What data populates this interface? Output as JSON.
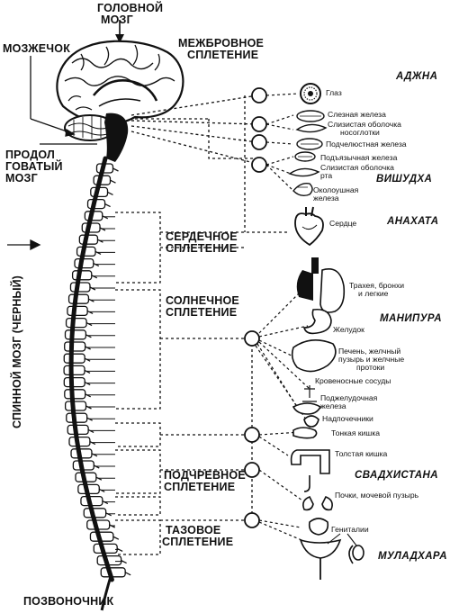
{
  "labels": {
    "brain": [
      "ГОЛОВНОЙ",
      "МОЗГ"
    ],
    "cerebellum": "МОЗЖЕЧОК",
    "medulla": [
      "ПРОДОЛ",
      "ГОВАТЫЙ",
      "МОЗГ"
    ],
    "spinal_cord": "СПИННОЙ МОЗГ (ЧЕРНЫЙ)",
    "spine": "ПОЗВОНОЧНИК"
  },
  "plexuses": {
    "interbrow": [
      "МЕЖБРОВНОЕ",
      "СПЛЕТЕНИЕ"
    ],
    "cardiac": [
      "СЕРДЕЧНОЕ",
      "СПЛЕТЕНИЕ"
    ],
    "solar": [
      "СОЛНЕЧНОЕ",
      "СПЛЕТЕНИЕ"
    ],
    "hypogastric": [
      "ПОДЧРЕВНОЕ",
      "СПЛЕТЕНИЕ"
    ],
    "pelvic": [
      "ТАЗОВОЕ",
      "СПЛЕТЕНИЕ"
    ]
  },
  "chakras": {
    "ajna": "АДЖНА",
    "vishuddha": "ВИШУДХА",
    "anahata": "АНАХАТА",
    "manipura": "МАНИПУРА",
    "svadhisthana": "СВАДХИСТАНА",
    "muladhara": "МУЛАДХАРА"
  },
  "organs": {
    "eye": "Глаз",
    "lacrimal": "Слезная железа",
    "nasopharynx": [
      "Слизистая оболочка",
      "носоглотки"
    ],
    "submandibular": "Подчелюстная железа",
    "sublingual": "Подъязычная железа",
    "mouth_mucosa": [
      "Слизистая оболочка",
      "рта"
    ],
    "parotid": [
      "Околоушная",
      "железа"
    ],
    "heart": "Сердце",
    "lungs": [
      "Трахея, бронхи",
      "и легкие"
    ],
    "stomach": "Желудок",
    "liver": [
      "Печень, желчный",
      "пузырь и желчные",
      "протоки"
    ],
    "vessels": "Кровеносные сосуды",
    "pancreas": [
      "Поджелудочная",
      "железа"
    ],
    "adrenals": "Надпочечники",
    "small_intestine": "Тонкая кишка",
    "large_intestine": "Толстая кишка",
    "kidneys": "Почки, мочевой пузырь",
    "genitals": "Гениталии"
  }
}
